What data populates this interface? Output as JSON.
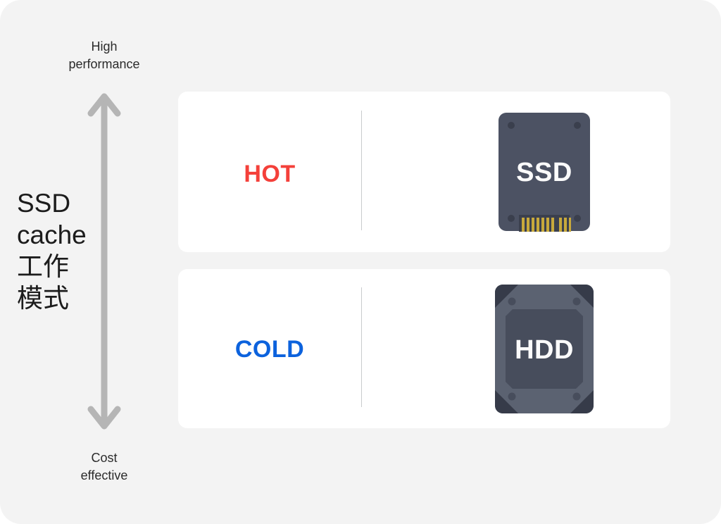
{
  "panel": {
    "background_color": "#f3f3f3",
    "card_color": "#ffffff"
  },
  "axis": {
    "top_caption_lines": [
      "High",
      "performance"
    ],
    "bottom_caption_lines": [
      "Cost",
      "effective"
    ],
    "arrow_name": "double-headed-vertical-arrow",
    "arrow_color": "#b5b5b5",
    "title_lines": [
      "SSD",
      "cache",
      "工作",
      "模式"
    ],
    "title_color": "#1c1c1c"
  },
  "tiers": [
    {
      "id": "hot",
      "label": "HOT",
      "label_color": "#f4403a",
      "device": "SSD",
      "device_icon": "ssd-drive-icon",
      "device_body_color": "#4c5263",
      "device_text_color": "#fbfbfb",
      "connector_color": "#c8a93c"
    },
    {
      "id": "cold",
      "label": "COLD",
      "label_color": "#0c62dd",
      "device": "HDD",
      "device_icon": "hdd-drive-icon",
      "device_body_color": "#5b6271",
      "device_plate_color": "#474d5c",
      "device_text_color": "#fbfbfb",
      "corner_color": "#363b49"
    }
  ],
  "divider_color": "#c9cbcd"
}
